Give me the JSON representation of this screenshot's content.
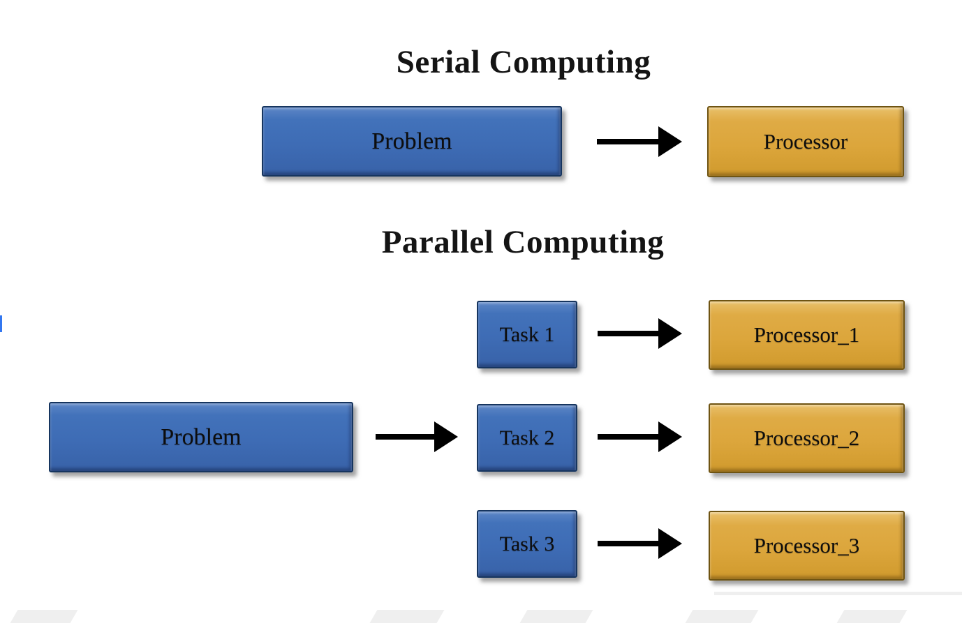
{
  "diagram": {
    "serial": {
      "title": "Serial Computing",
      "problem_label": "Problem",
      "processor_label": "Processor"
    },
    "parallel": {
      "title": "Parallel Computing",
      "problem_label": "Problem",
      "tasks": [
        "Task 1",
        "Task 2",
        "Task 3"
      ],
      "processors": [
        "Processor_1",
        "Processor_2",
        "Processor_3"
      ]
    },
    "colors": {
      "problem_task_blue": "#3e6cb5",
      "processor_orange": "#dca63c",
      "arrow_black": "#000000",
      "watermark_gray": "#efefef",
      "left_edge_accent_blue": "#3377f0",
      "background": "#ffffff",
      "text": "#0d0d0d"
    }
  }
}
